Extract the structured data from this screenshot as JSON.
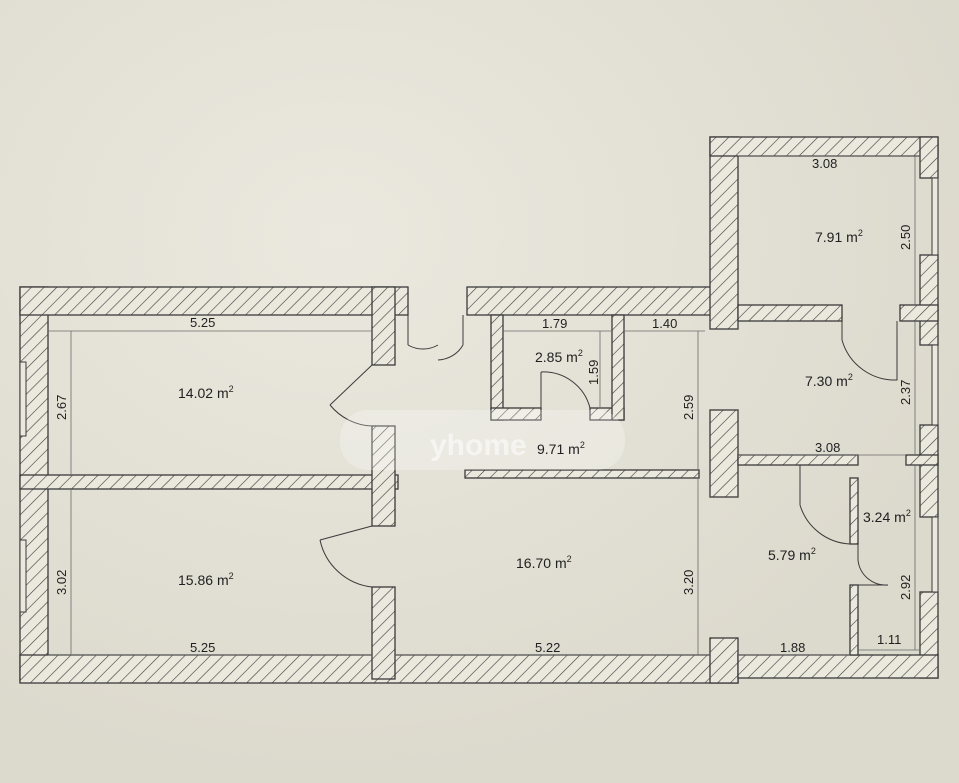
{
  "areas": {
    "room_top_left": "14.02",
    "room_bottom_left": "15.86",
    "room_small": "2.85",
    "hall": "9.71",
    "room_center": "16.70",
    "room_top_right": "7.91",
    "room_mid_right": "7.30",
    "room_bottom_right": "5.79",
    "room_bath": "3.24"
  },
  "unit": "m",
  "unit_exp": "2",
  "dimensions": {
    "tl_width": "5.25",
    "tl_height": "2.67",
    "bl_width": "5.25",
    "bl_height": "3.02",
    "small_width": "1.79",
    "small_height": "1.59",
    "corridor_width": "1.40",
    "hall_height": "2.59",
    "center_width": "5.22",
    "center_height": "3.20",
    "tr_width": "3.08",
    "tr_height": "2.50",
    "mr_width": "3.08",
    "mr_height": "2.37",
    "br_width": "1.88",
    "bath_width": "1.11",
    "bath_height": "2.92"
  },
  "watermark": "yhome",
  "colors": {
    "wall": "#3a3a3a",
    "paper": "#e6e3d8",
    "ink": "#1f1f1f"
  }
}
